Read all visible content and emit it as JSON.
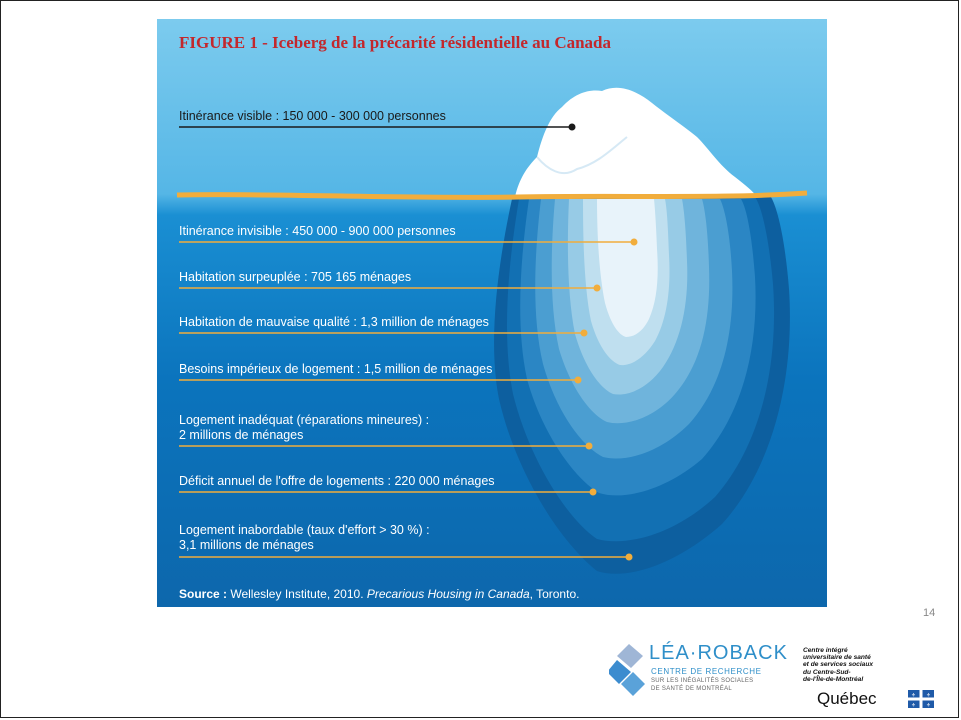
{
  "slide": {
    "page_number": "14"
  },
  "figure": {
    "title": "FIGURE 1 - Iceberg de la précarité résidentielle au Canada",
    "labels": [
      {
        "text": "Itinérance visible : 150 000 - 300 000 personnes"
      },
      {
        "text": "Itinérance invisible : 450 000 - 900 000 personnes"
      },
      {
        "text": "Habitation surpeuplée : 705 165 ménages"
      },
      {
        "text": "Habitation de mauvaise qualité : 1,3 million de ménages"
      },
      {
        "text": "Besoins impérieux de logement : 1,5 million de ménages"
      },
      {
        "line1": "Logement inadéquat (réparations mineures) :",
        "line2": "2 millions de ménages"
      },
      {
        "text": "Déficit annuel de l'offre de logements : 220 000 ménages"
      },
      {
        "line1": "Logement inabordable (taux d'effort > 30 %) :",
        "line2": "3,1 millions de ménages"
      }
    ],
    "source": {
      "prefix": "Source :",
      "text1": " Wellesley Institute, 2010. ",
      "italic": "Precarious Housing in Canada",
      "text2": ", Toronto."
    },
    "colors": {
      "title": "#c3272c",
      "sky": "#7ccbee",
      "water": "#0b74bd",
      "waterline": "#f1ad3c",
      "leader_line_above": "#1a1a1a",
      "leader_line_below": "#f1ad3c",
      "layers": [
        "#0d5f9f",
        "#1270b3",
        "#2b86c4",
        "#4b9ed1",
        "#6fb4dc",
        "#97cbe6",
        "#bfdfef",
        "#e8f3fa"
      ]
    }
  },
  "logos": {
    "lea_name": "LÉA·ROBACK",
    "lea_sub1": "CENTRE DE RECHERCHE",
    "lea_sub2": "SUR LES INÉGALITÉS SOCIALES",
    "lea_sub3": "DE SANTÉ DE MONTRÉAL",
    "ciusss_lines": [
      "Centre intégré",
      "universitaire de santé",
      "et de services sociaux",
      "du Centre-Sud-",
      "de-l'Île-de-Montréal"
    ],
    "quebec": "Québec"
  }
}
